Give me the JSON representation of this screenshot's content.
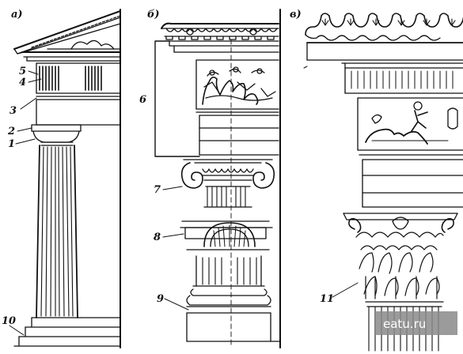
{
  "panels": [
    {
      "id": "a",
      "label": "а)"
    },
    {
      "id": "b",
      "label": "б)"
    },
    {
      "id": "c",
      "label": "в)"
    }
  ],
  "callouts": [
    "1",
    "2",
    "3",
    "4",
    "5",
    "6",
    "7",
    "8",
    "9",
    "10",
    "11"
  ],
  "watermark": "eatu.ru",
  "colors": {
    "ink": "#111111",
    "paper": "#ffffff",
    "watermark_bg": "#8a8a8a"
  }
}
